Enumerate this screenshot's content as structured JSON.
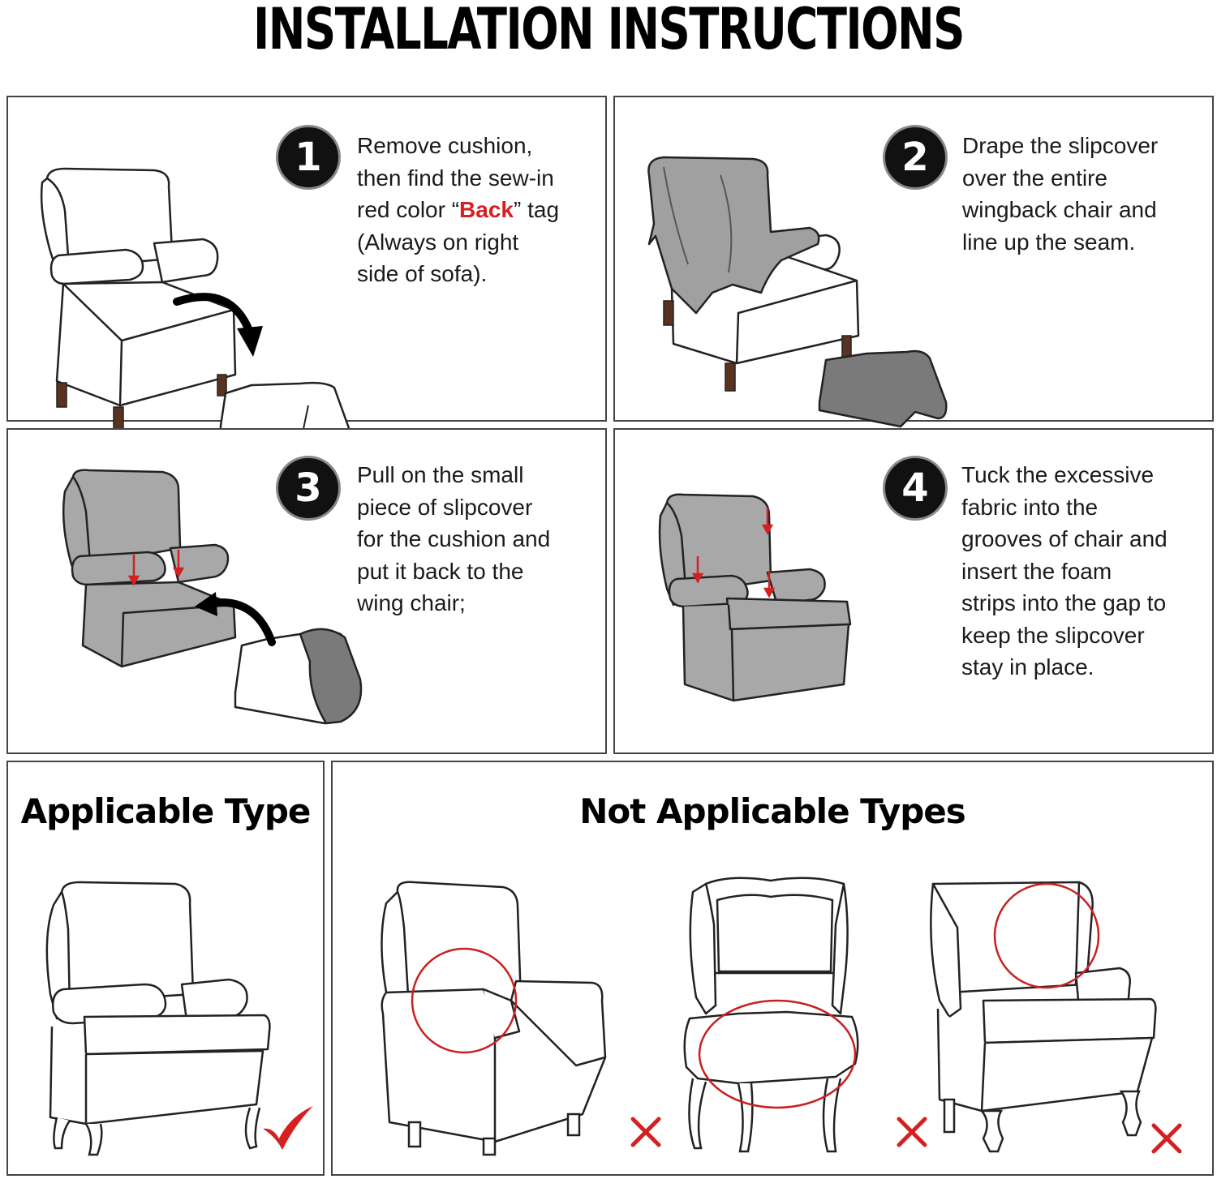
{
  "header": {
    "title": "INSTALLATION INSTRUCTIONS"
  },
  "steps": [
    {
      "number": "1",
      "lines": [
        "Remove cushion,",
        "then find the sew-in"
      ],
      "line3_pre": "red color “",
      "line3_highlight": "Back",
      "line3_post": "” tag",
      "lines_after": [
        "(Always on right",
        "side of sofa)."
      ]
    },
    {
      "number": "2",
      "lines": [
        "Drape the slipcover",
        "over the entire",
        "wingback chair and",
        "line up the seam."
      ]
    },
    {
      "number": "3",
      "lines": [
        "Pull on the small",
        "piece of slipcover",
        "for the cushion and",
        "put it back to the",
        "wing chair;"
      ]
    },
    {
      "number": "4",
      "lines": [
        "Tuck the excessive",
        "fabric into the",
        "grooves of chair and",
        "insert the foam",
        "strips into the gap to",
        "keep the slipcover",
        "stay in place."
      ]
    }
  ],
  "applicable": {
    "title": "Applicable Type"
  },
  "not_applicable": {
    "title": "Not Applicable Types"
  },
  "colors": {
    "highlight": "#d42020",
    "cover_gray": "#a8a8a8",
    "dark_gray": "#7a7a7a",
    "circle_red": "#c91f1f",
    "wood": "#5a3320"
  },
  "icons": [
    "check-icon",
    "cross-icon"
  ]
}
